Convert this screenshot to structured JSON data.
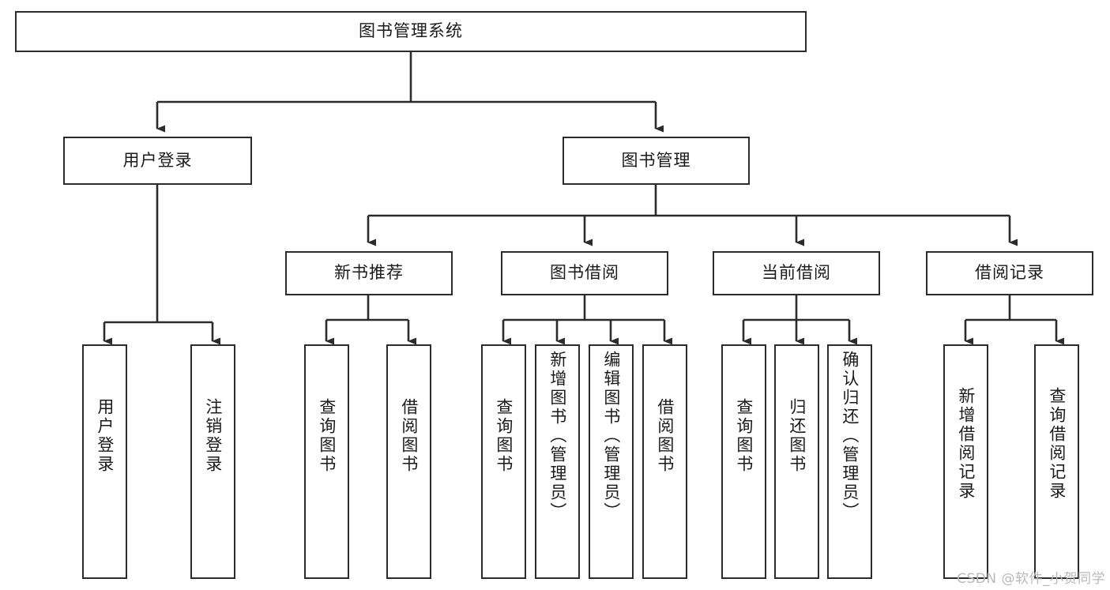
{
  "diagram": {
    "title": "图书管理系统",
    "type": "function-structure-tree",
    "watermark": "CSDN @软件_小贺同学",
    "colors": {
      "background": "#ffffff",
      "node_fill": "#ffffff",
      "node_border": "#2b2b2b",
      "edge": "#2b2b2b",
      "text": "#1a1a1a",
      "watermark": "#b9b9b9"
    },
    "levels": {
      "root": {
        "label": "图书管理系统"
      },
      "level2": [
        {
          "label": "用户登录"
        },
        {
          "label": "图书管理"
        }
      ],
      "level3": [
        {
          "label": "新书推荐"
        },
        {
          "label": "图书借阅"
        },
        {
          "label": "当前借阅"
        },
        {
          "label": "借阅记录"
        }
      ],
      "leaves": {
        "user_login": [
          {
            "label": "用户登录"
          },
          {
            "label": "注销登录"
          }
        ],
        "new_book_recommend": [
          {
            "label": "查询图书"
          },
          {
            "label": "借阅图书"
          }
        ],
        "book_borrow": [
          {
            "label": "查询图书"
          },
          {
            "label": "新增图书（管理员）"
          },
          {
            "label": "编辑图书（管理员）"
          },
          {
            "label": "借阅图书"
          }
        ],
        "current_borrow": [
          {
            "label": "查询图书"
          },
          {
            "label": "归还图书"
          },
          {
            "label": "确认归还（管理员）"
          }
        ],
        "borrow_record": [
          {
            "label": "新增借阅记录"
          },
          {
            "label": "查询借阅记录"
          }
        ]
      }
    }
  }
}
